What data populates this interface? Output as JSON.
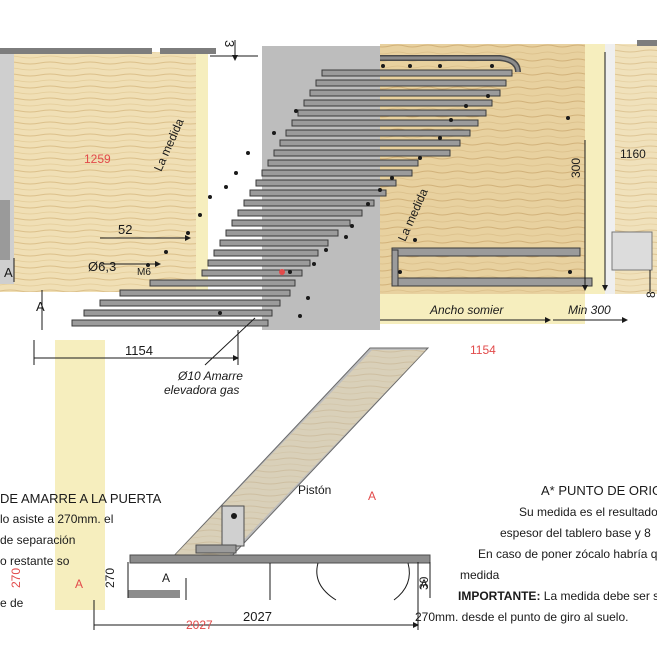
{
  "colors": {
    "wood_light": "#f3e6c2",
    "wood_mid": "#e9d3a0",
    "wood_grain": "#d9bd85",
    "metal": "#8c8c8c",
    "metal_dark": "#4d4d4d",
    "line": "#1a1a1a",
    "accent": "#e24a4a",
    "yellow_strip": "#f6eebe"
  },
  "dims": {
    "top3": "3",
    "d52": "52",
    "d63": "Ø6,3",
    "m6": "M6",
    "a_left": "A",
    "a_left2": "A",
    "a_mid": "A",
    "d1154_left": "1154",
    "d1154_red": "1154",
    "red_left": "1259",
    "steep_label_left": "La medida",
    "steep_label_right": "La medida",
    "d300": "300",
    "d1160": "1160",
    "d8": "8",
    "ancho_somier": "Ancho somier",
    "min300": "Min 300",
    "gas_spring_1": "Ø10 Amarre",
    "gas_spring_2": "elevadora gas",
    "pivot_a": "A",
    "pivot_label": "Pistón",
    "d270_red": "270",
    "a_bottom": "A",
    "d270_bottom": "270",
    "d2027_black": "2027",
    "d2027_red": "2027",
    "d30": "30",
    "a_right": "A"
  },
  "notes_left": {
    "title": "DE AMARRE A LA PUERTA",
    "line1": "lo asiste a 270mm. el",
    "line2": "de separación",
    "line3": "o restante so",
    "line4": "e de"
  },
  "notes_right": {
    "title": "A* PUNTO DE ORIGEN",
    "line1": "Su medida es el resultado",
    "line2": "espesor del tablero base y 8",
    "line3": "En caso de poner zócalo habría que",
    "line4": "medida",
    "line5_bold": "IMPORTANTE:",
    "line5": " La medida debe ser siem",
    "line6": "270mm. desde el punto de giro al suelo."
  }
}
